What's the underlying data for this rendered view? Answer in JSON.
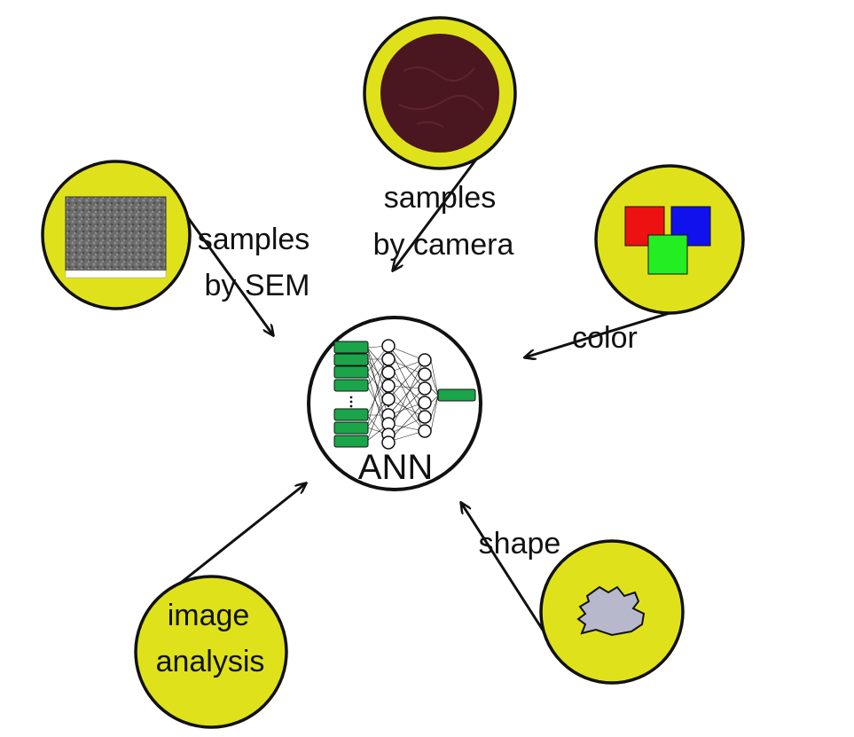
{
  "center": {
    "label": "ANN"
  },
  "inputs": {
    "sem": {
      "line1": "samples",
      "line2": "by SEM"
    },
    "camera": {
      "line1": "samples",
      "line2": "by camera"
    },
    "color": {
      "label": "color"
    },
    "shape": {
      "label": "shape"
    },
    "image_analysis": {
      "line1": "image",
      "line2": "analysis"
    }
  },
  "colors": {
    "node_fill": "#dfe21a",
    "outline": "#111111",
    "sample_dark": "#4a1620",
    "sem_gray": "#6a6a6a",
    "color_red": "#ee1111",
    "color_blue": "#1111ee",
    "color_green": "#22ee22",
    "shape_fill": "#b8b8cc",
    "ann_green": "#1aa54b"
  }
}
